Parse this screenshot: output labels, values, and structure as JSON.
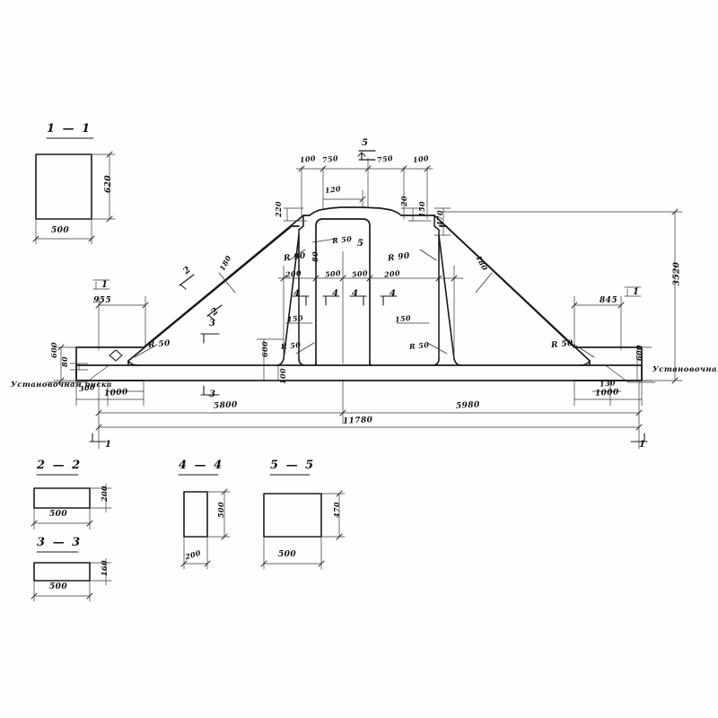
{
  "drawing": {
    "type": "reinforced-concrete-truss-elevation",
    "units": "mm",
    "title_sections": [
      "1 — 1",
      "2 — 2",
      "3 — 3",
      "4 — 4",
      "5 — 5"
    ]
  },
  "sections": {
    "s11": {
      "title": "1 — 1",
      "width": "500",
      "height": "620"
    },
    "s22": {
      "title": "2 — 2",
      "width": "500",
      "height": "200"
    },
    "s33": {
      "title": "3 — 3",
      "width": "500",
      "height": "160"
    },
    "s44": {
      "title": "4 — 4",
      "width": "200",
      "height": "500"
    },
    "s55": {
      "title": "5 — 5",
      "width": "500",
      "height": "470"
    }
  },
  "main_view": {
    "top_chain": [
      "100",
      "750",
      "750",
      "100"
    ],
    "top_inner": "120",
    "apex_left_height": "220",
    "apex_right_small": "20",
    "apex_right_mid": "150",
    "apex_right_height": "470",
    "overall_height": "3520",
    "left": {
      "top_offset": "955",
      "end_height": "600",
      "small_offset": "80",
      "base_offset": "300",
      "base_dim": "1000",
      "radius": "R 50",
      "note": "Установочная риска"
    },
    "right": {
      "top_offset": "845",
      "end_height": "600",
      "base_offset": "130",
      "base_dim": "1000",
      "radius": "R 50",
      "note": "Установочная риска"
    },
    "center": {
      "radius_apex": "R 50",
      "radius_left": "R 90",
      "radius_right": "R 90",
      "web_left": "200",
      "web_mid_left": "500",
      "web_mid_right": "500",
      "web_right": "200",
      "haunch_height": "80",
      "foot_left": "150",
      "foot_right": "150",
      "column_height": "600",
      "fillet_left": "R 50",
      "fillet_right": "R 50",
      "base_small": "100"
    },
    "diagonals": {
      "left_thickness": "180",
      "right_thickness": "180",
      "left_mark": "2",
      "right_mark": "2"
    },
    "bottom_chain": [
      "5800",
      "5980"
    ],
    "bottom_total": "11780",
    "section_marks": {
      "m1": "1",
      "m2": "2",
      "m3": "3",
      "m4": "4",
      "m5": "5"
    }
  },
  "colors": {
    "line": "#1a1a1a",
    "thin": "#333333",
    "paper": "#fefefe"
  }
}
